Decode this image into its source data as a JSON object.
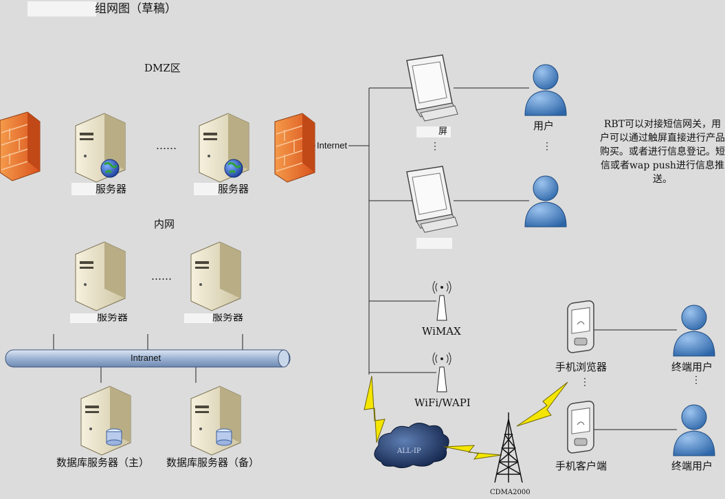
{
  "title": "组网图（草稿）",
  "zones": {
    "dmz": "DMZ区",
    "internal": "内网"
  },
  "ellipsis_h": "……",
  "ellipsis_v": "⋮",
  "servers": {
    "web_left": "服务器",
    "web_right": "服务器",
    "app_left": "服务器",
    "app_right": "服务器",
    "db_primary": "数据库服务器（主）",
    "db_backup": "数据库服务器（备）"
  },
  "network": {
    "internet": "Internet",
    "intranet": "Intranet",
    "all_ip": "ALL-IP",
    "cdma": "CDMA2000",
    "wimax": "WiMAX",
    "wifi": "WiFi/WAPI"
  },
  "devices": {
    "screen_top": "屏",
    "mobile_browser": "手机浏览器",
    "mobile_client": "手机客户端"
  },
  "users": {
    "user": "用户",
    "end_user_1": "终端用户",
    "end_user_2": "终端用户"
  },
  "note": "RBT可以对接短信网关，用户可以通过触屏直接进行产品购买。或者进行信息登记。短信或者wap push进行信息推送。",
  "colors": {
    "firewall": "#e8602a",
    "server": "#e9e2c8",
    "user": "#4a82c0",
    "pipe": "#a9bdd8",
    "bolt": "#f4e600",
    "cloud": "#203b6e"
  }
}
